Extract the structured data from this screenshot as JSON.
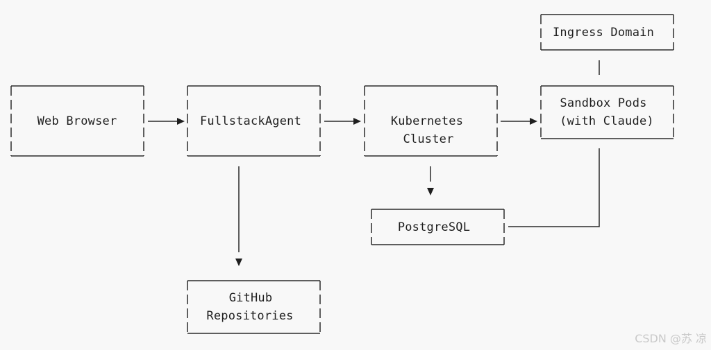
{
  "diagram": {
    "nodes": {
      "web_browser": {
        "lines": [
          "Web Browser"
        ]
      },
      "fullstack_agent": {
        "lines": [
          "FullstackAgent"
        ]
      },
      "kubernetes": {
        "lines": [
          "Kubernetes",
          " Cluster"
        ]
      },
      "sandbox_pods": {
        "lines": [
          "Sandbox Pods",
          "(with Claude)"
        ]
      },
      "ingress_domain": {
        "lines": [
          "Ingress Domain"
        ]
      },
      "postgresql": {
        "lines": [
          "PostgreSQL"
        ]
      },
      "github": {
        "lines": [
          "GitHub",
          "Repositories"
        ]
      }
    },
    "edges": [
      {
        "from": "web_browser",
        "to": "fullstack_agent"
      },
      {
        "from": "fullstack_agent",
        "to": "kubernetes"
      },
      {
        "from": "kubernetes",
        "to": "sandbox_pods"
      },
      {
        "from": "ingress_domain",
        "to": "sandbox_pods"
      },
      {
        "from": "kubernetes",
        "to": "postgresql"
      },
      {
        "from": "fullstack_agent",
        "to": "github"
      },
      {
        "from": "sandbox_pods",
        "to": "postgresql"
      }
    ]
  },
  "watermark": {
    "text": "CSDN @苏 凉"
  }
}
